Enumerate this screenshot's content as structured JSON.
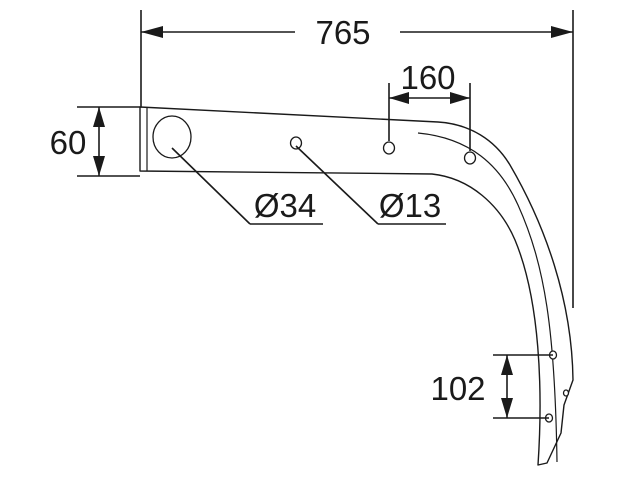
{
  "dimensions": {
    "overall_width": "765",
    "hole_spacing_top": "160",
    "beam_height": "60",
    "large_hole_diameter": "Ø34",
    "small_hole_diameter": "Ø13",
    "tip_hole_spacing": "102"
  },
  "colors": {
    "line": "#1a1a1a",
    "background": "#ffffff"
  }
}
